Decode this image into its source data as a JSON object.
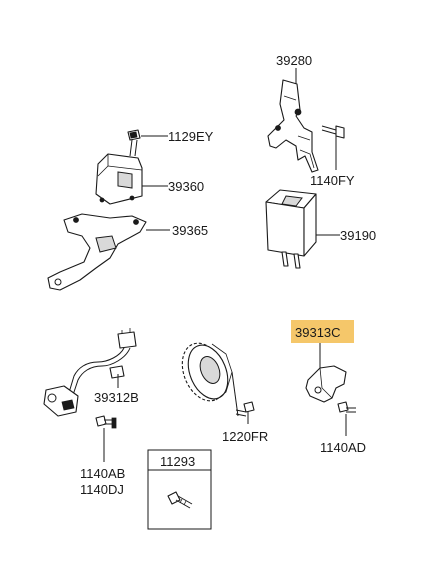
{
  "labels": {
    "p39280": "39280",
    "p1129EY": "1129EY",
    "p39360": "39360",
    "p39365": "39365",
    "p1140FY": "1140FY",
    "p39190": "39190",
    "p39313C": "39313C",
    "p39312B": "39312B",
    "p1220FR": "1220FR",
    "p1140AD": "1140AD",
    "p1140AB": "1140AB",
    "p1140DJ": "1140DJ",
    "p11293": "11293"
  },
  "colors": {
    "highlight": "#f5c76a",
    "line": "#1a1a1a",
    "background": "#ffffff"
  }
}
